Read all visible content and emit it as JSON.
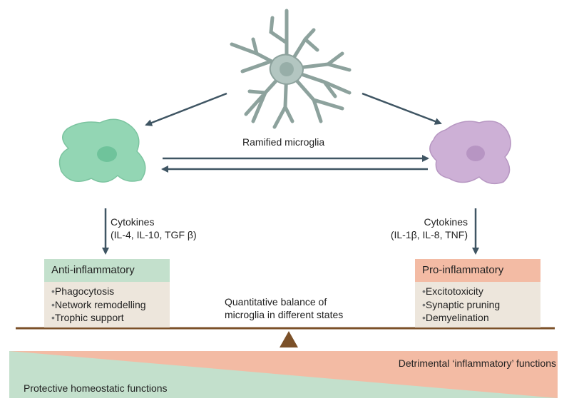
{
  "center_label": "Ramified microglia",
  "left": {
    "cytokines_title": "Cytokines",
    "cytokines_list": "(IL-4, IL-10, TGF β)",
    "box_title": "Anti-inflammatory",
    "items": [
      "Phagocytosis",
      "Network remodelling",
      "Trophic support"
    ]
  },
  "right": {
    "cytokines_title": "Cytokines",
    "cytokines_list": "(IL-1β, IL-8, TNF)",
    "box_title": "Pro-inflammatory",
    "items": [
      "Excitotoxicity",
      "Synaptic pruning",
      "Demyelination"
    ]
  },
  "balance_label_1": "Quantitative balance of",
  "balance_label_2": "microglia in different states",
  "bottom": {
    "detrimental": "Detrimental ‘inflammatory’ functions",
    "protective": "Protective homeostatic functions"
  },
  "colors": {
    "green_cell": "#93d6b4",
    "purple_cell": "#cdb0d6",
    "ramified_cell": "#a9bdb8",
    "anti_header": "#c3e0cc",
    "pro_header": "#f3bba4",
    "box_body": "#ede6dc",
    "balance": "#7b5028",
    "arrow": "#3f5563"
  }
}
